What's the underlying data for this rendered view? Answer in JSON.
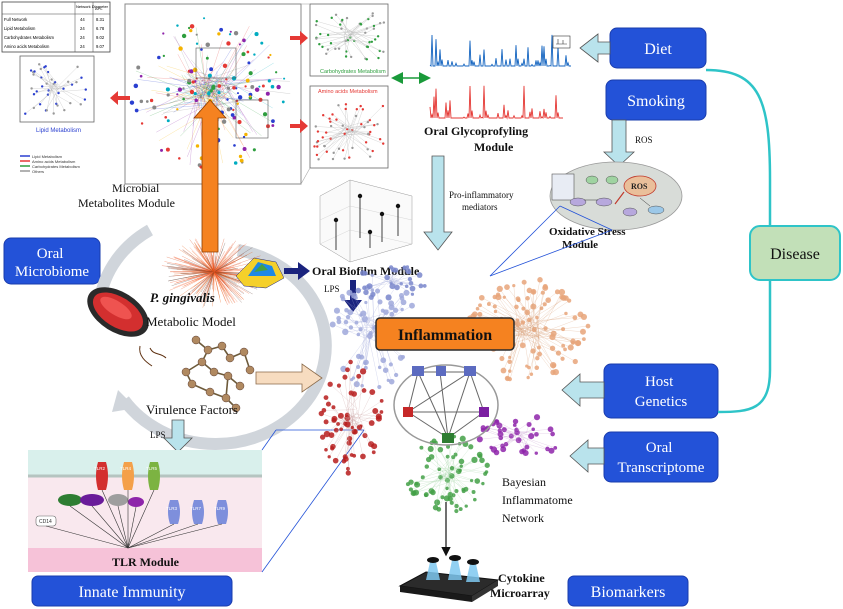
{
  "colors": {
    "blue_box": "#2352d8",
    "orange": "#f58220",
    "teal": "#2ec4c8",
    "light_green": "#c2e0b8",
    "pink": "#f6c2d8",
    "light_blue": "#b9e3ec",
    "navy": "#1a237e"
  },
  "boxes": {
    "diet": "Diet",
    "smoking": "Smoking",
    "disease": "Disease",
    "oral_microbiome": "Oral Microbiome",
    "host_genetics": "Host Genetics",
    "oral_transcriptome": "Oral Transcriptome",
    "innate_immunity": "Innate Immunity",
    "biomarkers": "Biomarkers",
    "inflammation": "Inflammation"
  },
  "labels": {
    "microbial_metabolites": "Microbial Metabolites Module",
    "oral_glycoprofyling": "Oral Glycoprofyling Module",
    "ros_arrow": "ROS",
    "oxidative_stress": "Oxidative Stress Module",
    "pro_inflammatory": "Pro-inflammatory mediators",
    "oral_biofilm": "Oral Biofilm Module",
    "lps_biofilm": "LPS",
    "p_gingivalis": "P. gingivalis",
    "metabolic_model": "Metabolic Model",
    "virulence_factors": "Virulence Factors",
    "lps_tlr": "LPS",
    "tlr_module": "TLR Module",
    "bayesian": "Bayesian Inflammatome Network",
    "cytokine": "Cytokine Microarray",
    "carbohydrates_metabolism": "Carbohydrates Metabolism",
    "amino_acids_metabolism": "Amino acids Metabolism",
    "lipid_metabolism": "Lipid Metabolism",
    "ros_inset": "ROS"
  },
  "network_table": {
    "headers": [
      "",
      "Network Diameter",
      "APL"
    ],
    "rows": [
      [
        "Full Network",
        "44",
        "8.31"
      ],
      [
        "Lipid Metabolism",
        "24",
        "6.78"
      ],
      [
        "Carbohydrates Metabolism",
        "24",
        "9.02"
      ],
      [
        "Amino acids Metabolism",
        "24",
        "9.07"
      ]
    ]
  },
  "network_legend": [
    "Lipid Metabolism",
    "Amino acids Metabolism",
    "Carbohydrates Metabolism",
    "Others"
  ],
  "tlr_receptors": [
    "TLR2",
    "TLR4",
    "TLR5",
    "TLR3",
    "TLR7",
    "TLR9",
    "CD14"
  ]
}
